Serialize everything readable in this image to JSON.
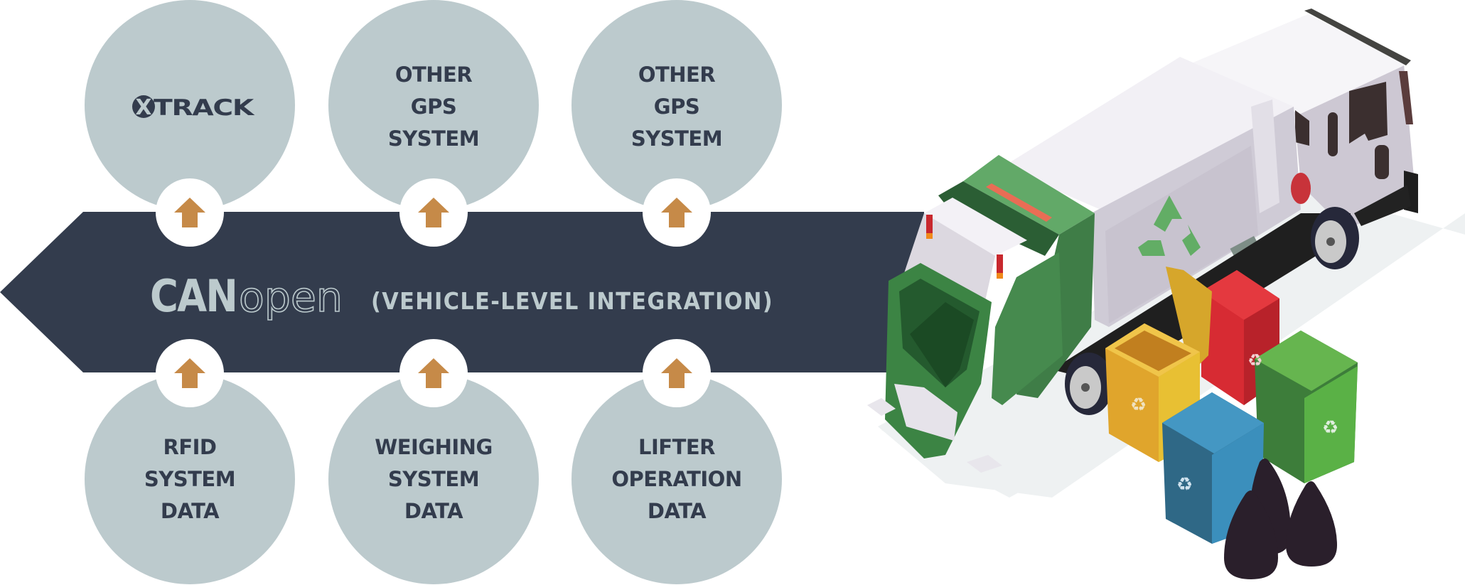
{
  "colors": {
    "band": "#333c4d",
    "circle": "#bccacd",
    "connector": "#ffffff",
    "arrow": "#c68a48",
    "label_text": "#333c4d",
    "band_text": "#bccacd"
  },
  "band": {
    "logo_bold": "CAN",
    "logo_light": "open",
    "caption": "(VEHICLE-LEVEL INTEGRATION)"
  },
  "top_nodes": [
    {
      "id": "xtrack",
      "type": "logo",
      "logo_mark": "X",
      "logo_text": "TRACK",
      "lines": [],
      "arrow": "arrow-up-icon"
    },
    {
      "id": "other-gps-1",
      "type": "text",
      "lines": [
        "OTHER",
        "GPS",
        "SYSTEM"
      ],
      "arrow": "arrow-up-icon"
    },
    {
      "id": "other-gps-2",
      "type": "text",
      "lines": [
        "OTHER",
        "GPS",
        "SYSTEM"
      ],
      "arrow": "arrow-up-icon"
    }
  ],
  "bottom_nodes": [
    {
      "id": "rfid",
      "lines": [
        "RFID",
        "SYSTEM",
        "DATA"
      ],
      "arrow": "arrow-up-icon"
    },
    {
      "id": "weighing",
      "lines": [
        "WEIGHING",
        "SYSTEM",
        "DATA"
      ],
      "arrow": "arrow-up-icon"
    },
    {
      "id": "lifter",
      "lines": [
        "LIFTER",
        "OPERATION",
        "DATA"
      ],
      "arrow": "arrow-up-icon"
    }
  ],
  "illustration": {
    "subject": "garbage-truck-icon",
    "bins": [
      {
        "name": "yellow-bin-icon",
        "color": "#e8b830",
        "lid": "open"
      },
      {
        "name": "red-bin-icon",
        "color": "#e0353d",
        "lid": "closed"
      },
      {
        "name": "green-bin-icon",
        "color": "#5fb04a",
        "lid": "closed"
      },
      {
        "name": "blue-bin-icon",
        "color": "#3a8fbd",
        "lid": "closed"
      }
    ],
    "bags": 3
  }
}
